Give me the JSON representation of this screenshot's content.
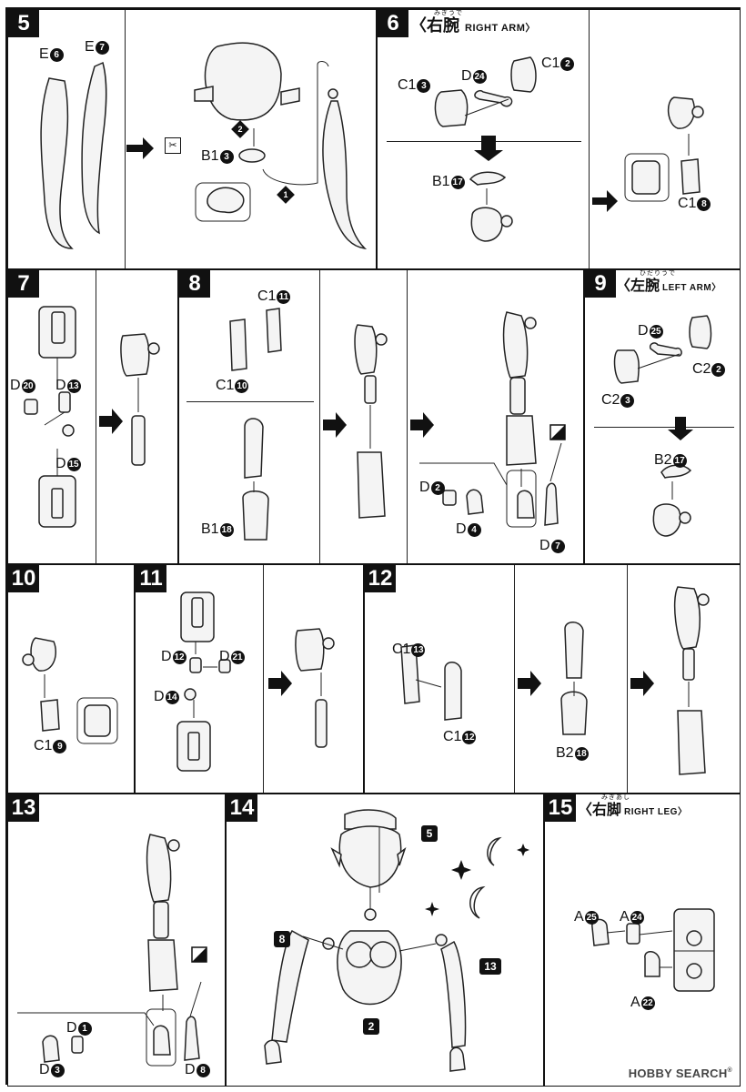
{
  "steps": [
    {
      "num": "5",
      "labels": {
        "e6": "E",
        "e6n": "6",
        "e7": "E",
        "e7n": "7",
        "b13": "B1",
        "b13n": "3",
        "m1": "1",
        "m2": "2"
      }
    },
    {
      "num": "6",
      "heading": {
        "jp": "〈右腕",
        "ruby": "みぎうで",
        "en": "RIGHT ARM〉"
      },
      "labels": {
        "c13": "C1",
        "c13n": "3",
        "d24": "D",
        "d24n": "24",
        "c12": "C1",
        "c12n": "2",
        "b17": "B1",
        "b17n": "17",
        "c18": "C1",
        "c18n": "8"
      }
    },
    {
      "num": "7",
      "labels": {
        "d20": "D",
        "d20n": "20",
        "d13": "D",
        "d13n": "13",
        "d15": "D",
        "d15n": "15"
      }
    },
    {
      "num": "8",
      "labels": {
        "c111": "C1",
        "c111n": "11",
        "c110": "C1",
        "c110n": "10",
        "b118": "B1",
        "b118n": "18",
        "d2": "D",
        "d2n": "2",
        "d4": "D",
        "d4n": "4",
        "d7": "D",
        "d7n": "7"
      }
    },
    {
      "num": "9",
      "heading": {
        "jp": "〈左腕",
        "ruby": "ひだりうで",
        "en": "LEFT ARM〉"
      },
      "labels": {
        "d25": "D",
        "d25n": "25",
        "c22": "C2",
        "c22n": "2",
        "c23": "C2",
        "c23n": "3",
        "b217": "B2",
        "b217n": "17"
      }
    },
    {
      "num": "10",
      "labels": {
        "c19": "C1",
        "c19n": "9"
      }
    },
    {
      "num": "11",
      "labels": {
        "d12": "D",
        "d12n": "12",
        "d21": "D",
        "d21n": "21",
        "d14": "D",
        "d14n": "14"
      }
    },
    {
      "num": "12",
      "labels": {
        "c113": "C1",
        "c113n": "13",
        "c112": "C1",
        "c112n": "12",
        "b218": "B2",
        "b218n": "18"
      }
    },
    {
      "num": "13",
      "labels": {
        "d1": "D",
        "d1n": "1",
        "d3": "D",
        "d3n": "3",
        "d8": "D",
        "d8n": "8"
      }
    },
    {
      "num": "14",
      "labels": {
        "s5": "5",
        "s8": "8",
        "s13": "13",
        "s2": "2"
      }
    },
    {
      "num": "15",
      "heading": {
        "jp": "〈右脚",
        "ruby": "みぎあし",
        "en": "RIGHT LEG〉"
      },
      "labels": {
        "a25": "A",
        "a25n": "25",
        "a24": "A",
        "a24n": "24",
        "a22": "A",
        "a22n": "22"
      }
    }
  ],
  "watermark": {
    "text": "HOBBY SEARCH",
    "mark": "®"
  },
  "icons": [
    "cut-icon",
    "check-square-icon",
    "arrow-right-icon",
    "arrow-down-icon",
    "star-icon",
    "moon-icon"
  ]
}
